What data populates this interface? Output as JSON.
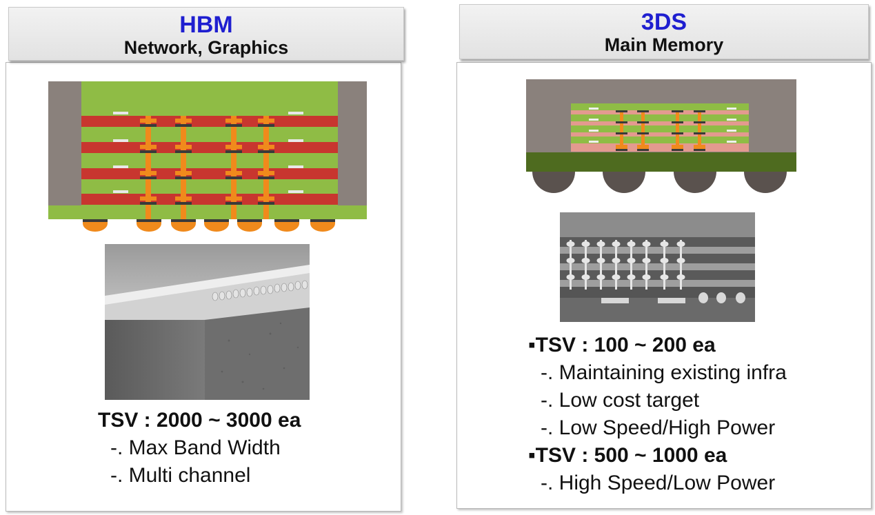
{
  "hbm": {
    "title": "HBM",
    "subtitle": "Network, Graphics",
    "tsv": "TSV : 2000 ~ 3000 ea",
    "points": [
      "-. Max Band Width",
      "-. Multi channel"
    ]
  },
  "ds3": {
    "title": "3DS",
    "subtitle": "Main Memory",
    "tsv1": "▪TSV : 100 ~ 200 ea",
    "points1": [
      "-. Maintaining existing infra",
      "-. Low cost target",
      "-. Low Speed/High Power"
    ],
    "tsv2": "▪TSV : 500 ~ 1000 ea",
    "points2": [
      "-. High Speed/Low Power"
    ]
  },
  "colors": {
    "die_green": "#8fbc45",
    "red_layer": "#c8362f",
    "tsv_orange": "#f08a1c",
    "substrate_gray": "#8a817c",
    "dark_green": "#4e6b1f",
    "pink_layer": "#e39a8f",
    "title_blue": "#1f1fd0"
  }
}
